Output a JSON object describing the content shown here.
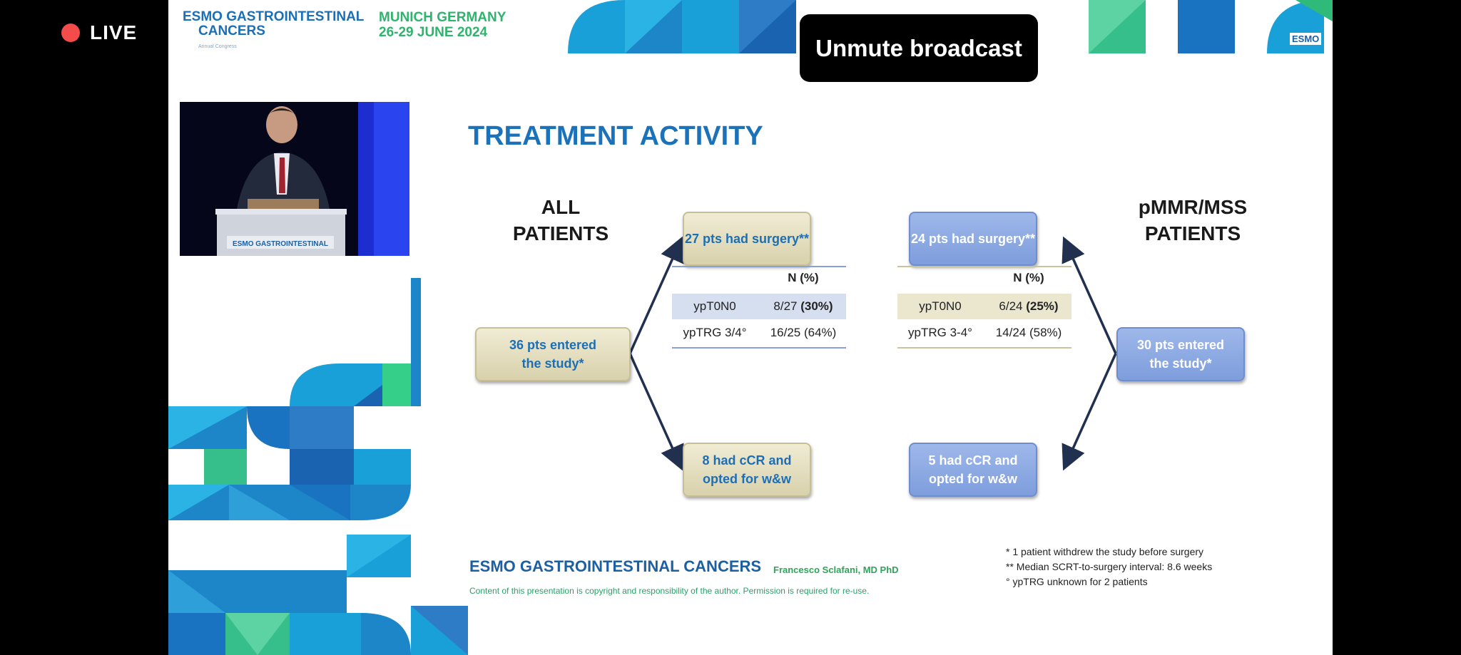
{
  "live": {
    "label": "LIVE"
  },
  "header": {
    "logo_line1": "ESMO GASTROINTESTINAL",
    "logo_line2": "CANCERS",
    "logo_sub": "Annual Congress",
    "city": "MUNICH GERMANY",
    "dates": "26-29 JUNE 2024",
    "esmo_badge": "ESMO"
  },
  "unmute": {
    "label": "Unmute broadcast"
  },
  "slide": {
    "title": "TREATMENT ACTIVITY",
    "left_group": {
      "line1": "ALL",
      "line2": "PATIENTS"
    },
    "right_group": {
      "line1": "pMMR/MSS",
      "line2": "PATIENTS"
    },
    "left_entry": {
      "line1": "36 pts entered",
      "line2": "the study*"
    },
    "right_entry": {
      "line1": "30 pts entered",
      "line2": "the study*"
    },
    "left_surgery": "27 pts had surgery**",
    "right_surgery": "24 pts had surgery**",
    "left_ccr": {
      "line1": "8 had cCR and",
      "line2": "opted for w&w"
    },
    "right_ccr": {
      "line1": "5 had cCR and",
      "line2": "opted for w&w"
    },
    "left_table": {
      "header": "N (%)",
      "rows": [
        {
          "label": "ypT0N0",
          "value_prefix": "8/27 ",
          "value_bold": "(30%)"
        },
        {
          "label": "ypTRG 3/4°",
          "value_prefix": "16/25 (64%)",
          "value_bold": ""
        }
      ]
    },
    "right_table": {
      "header": "N (%)",
      "rows": [
        {
          "label": "ypT0N0",
          "value_prefix": "6/24 ",
          "value_bold": "(25%)"
        },
        {
          "label": "ypTRG 3-4°",
          "value_prefix": "14/24 (58%)",
          "value_bold": ""
        }
      ]
    },
    "footer": {
      "logo": "ESMO GASTROINTESTINAL CANCERS",
      "author": "Francesco Sclafani, MD PhD",
      "copyright": "Content of this presentation is copyright and responsibility of the author. Permission is required for re-use."
    },
    "notes": [
      "* 1 patient withdrew the study before surgery",
      "** Median SCRT-to-surgery interval: 8.6 weeks",
      "° ypTRG unknown for 2 patients"
    ]
  },
  "colors": {
    "accent_blue": "#1c72b8",
    "accent_green": "#2fb36d",
    "live_red": "#f44b4b",
    "box_tan": "#e8e2c2",
    "box_blue": "#8eabe3"
  }
}
